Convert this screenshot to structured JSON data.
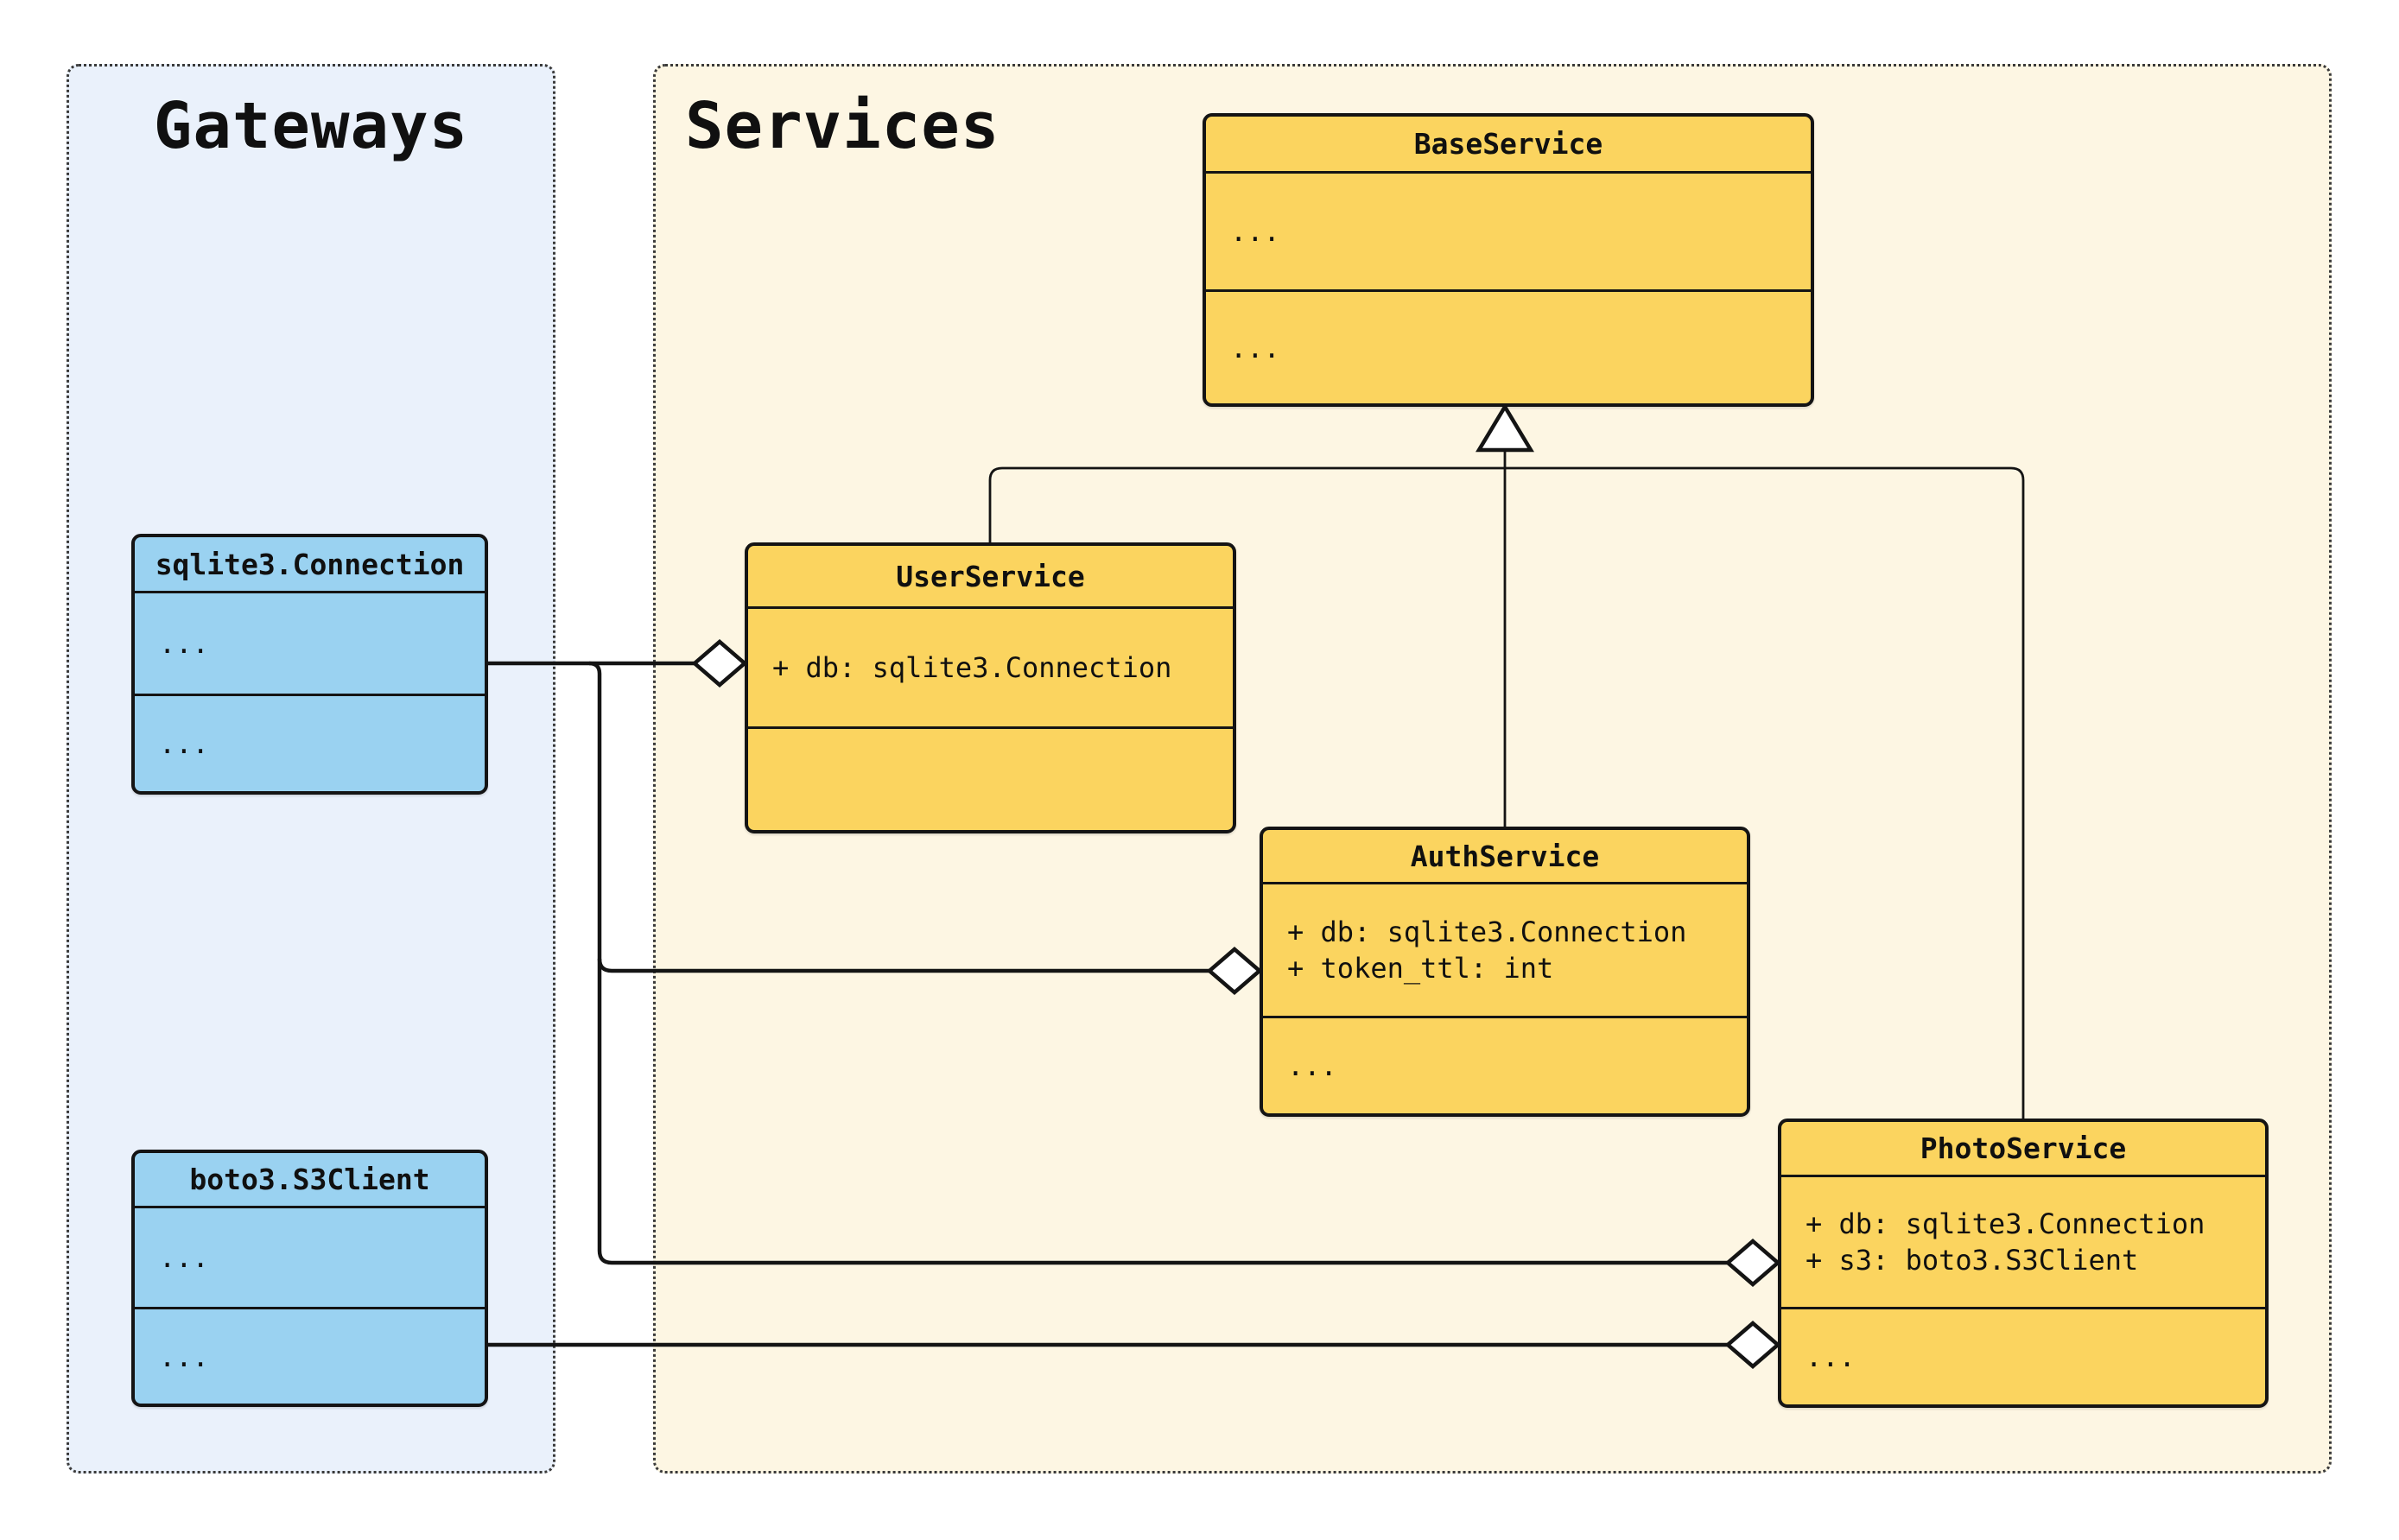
{
  "diagram": {
    "kind": "uml-class-diagram"
  },
  "containers": {
    "gateways": {
      "title": "Gateways"
    },
    "services": {
      "title": "Services"
    }
  },
  "classes": {
    "base_service": {
      "name": "BaseService",
      "attrs_placeholder": "...",
      "methods_placeholder": "..."
    },
    "sqlite_connection": {
      "name": "sqlite3.Connection",
      "attrs_placeholder": "...",
      "methods_placeholder": "..."
    },
    "boto3_s3client": {
      "name": "boto3.S3Client",
      "attrs_placeholder": "...",
      "methods_placeholder": "..."
    },
    "user_service": {
      "name": "UserService",
      "attr_db": "+ db: sqlite3.Connection"
    },
    "auth_service": {
      "name": "AuthService",
      "attr_db": "+ db: sqlite3.Connection",
      "attr_token_ttl": "+ token_ttl: int",
      "methods_placeholder": "..."
    },
    "photo_service": {
      "name": "PhotoService",
      "attr_db": "+ db: sqlite3.Connection",
      "attr_s3": "+ s3: boto3.S3Client",
      "methods_placeholder": "..."
    }
  },
  "relationships": [
    {
      "type": "inheritance",
      "parent": "BaseService",
      "child": "UserService"
    },
    {
      "type": "inheritance",
      "parent": "BaseService",
      "child": "AuthService"
    },
    {
      "type": "inheritance",
      "parent": "BaseService",
      "child": "PhotoService"
    },
    {
      "type": "aggregation",
      "whole": "UserService",
      "part": "sqlite3.Connection"
    },
    {
      "type": "aggregation",
      "whole": "AuthService",
      "part": "sqlite3.Connection"
    },
    {
      "type": "aggregation",
      "whole": "PhotoService",
      "part": "sqlite3.Connection"
    },
    {
      "type": "aggregation",
      "whole": "PhotoService",
      "part": "boto3.S3Client"
    }
  ],
  "colors": {
    "service_fill": "#FBD45F",
    "gateway_fill": "#9AD2F1",
    "services_bg": "#FDF6E3",
    "gateways_bg": "#EAF1FB",
    "stroke": "#141414",
    "page_bg": "#FFFFFF"
  }
}
